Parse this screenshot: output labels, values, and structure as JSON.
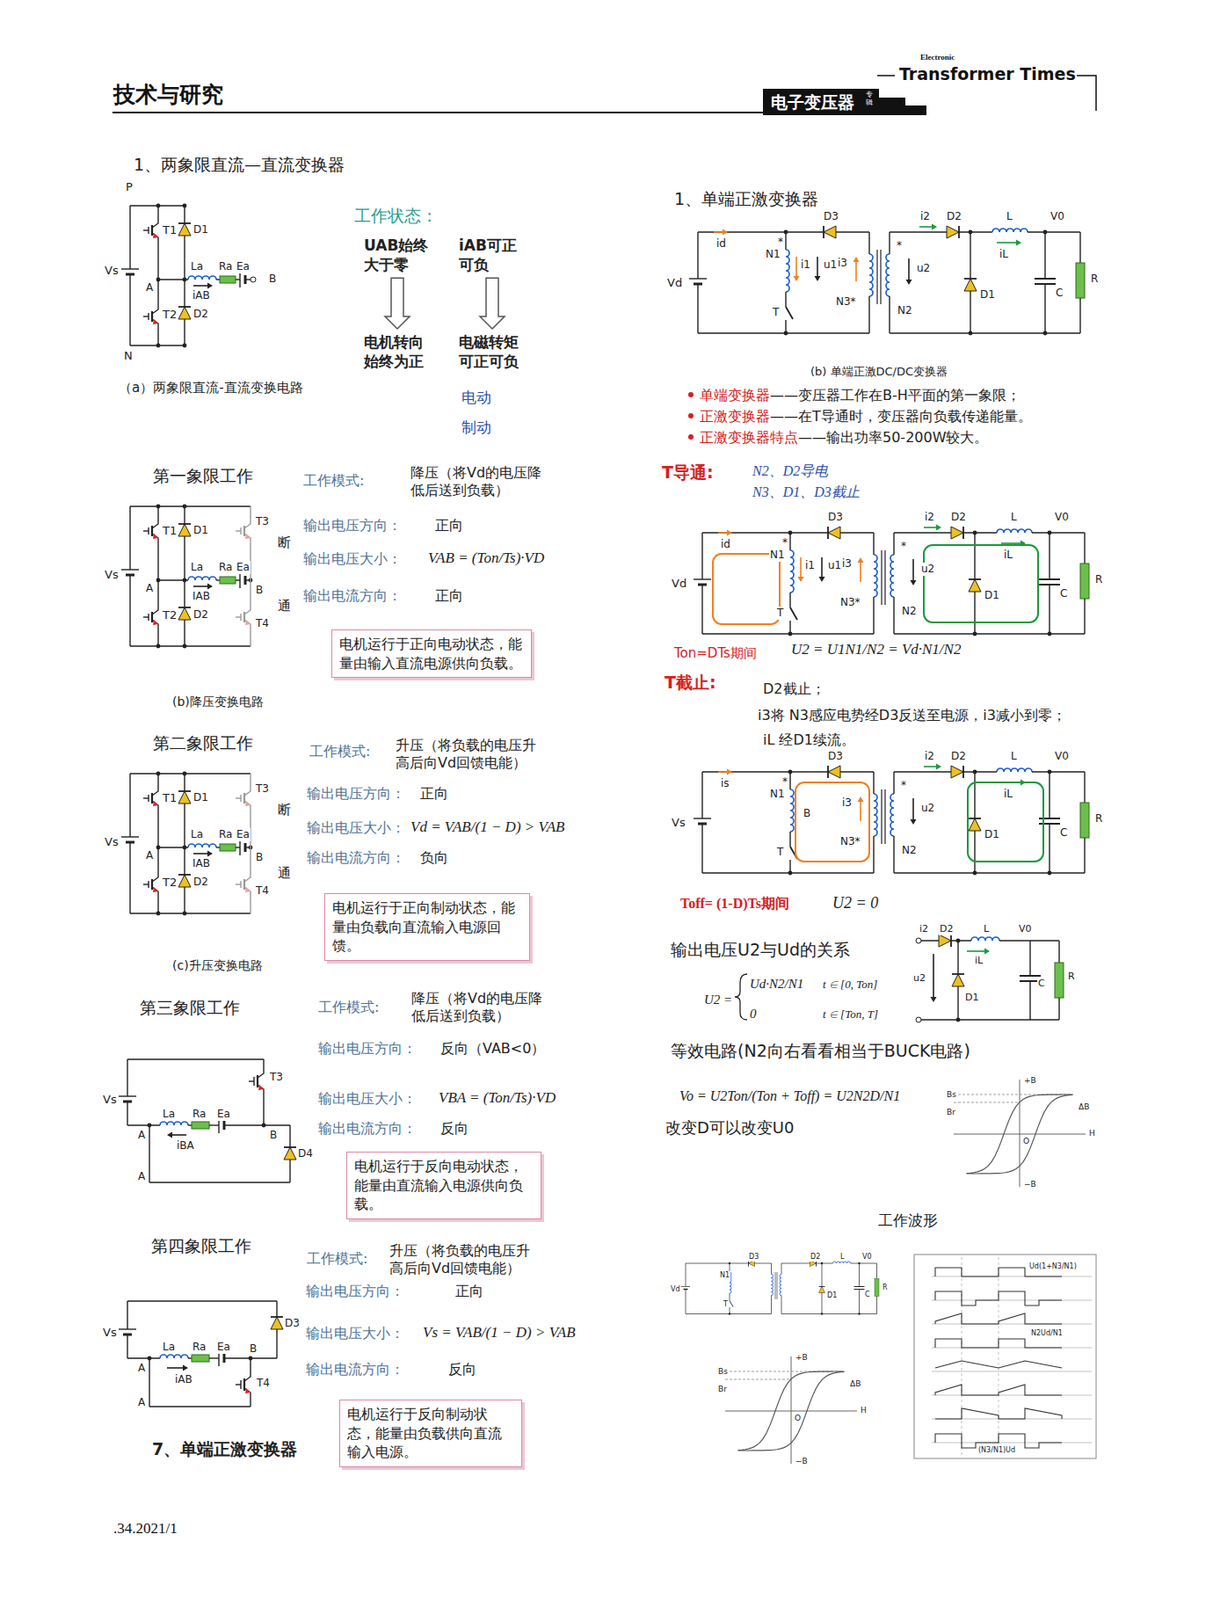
{
  "diagram": {
    "nodes": [
      {
        "text": [
          "UAB始终大于零"
        ]
      },
      {
        "text": [
          "iAB可正可负"
        ]
      },
      {
        "text": [
          "电机转向始终为正"
        ]
      },
      {
        "text": [
          "电磁转矩可正可负"
        ]
      },
      {
        "text": [
          "电机运行于正向电动状态，能量由输入直流电源供向负载。"
        ]
      },
      {
        "text": [
          "电机运行于正向制动状态，能量由负载向直流输入电源回馈。"
        ]
      },
      {
        "text": [
          "电机运行于反向电动状态，能量由直流输入电源供向负载。"
        ]
      },
      {
        "text": [
          "电机运行于反向制动状态，能量由负载供向直流输入电源。"
        ]
      }
    ],
    "edges": [
      {
        "from": 0,
        "to": 2,
        "arrow": "to"
      },
      {
        "from": 1,
        "to": 3,
        "arrow": "to"
      }
    ],
    "labels": [
      "技术与研究",
      "Electronic",
      "Transformer Times",
      "电子变压器",
      "专辑",
      ".34.2021/1",
      "1、两象限直流—直流变换器",
      "P",
      "T1",
      "D1",
      "Vs",
      "La",
      "Ra",
      "Ea",
      "A",
      "B",
      "iAB",
      "T2",
      "D2",
      "N",
      "（a）两象限直流-直流变换电路",
      "工作状态：",
      "电动",
      "制动",
      "第一象限工作",
      "T1",
      "D1",
      "T3",
      "La",
      "Ra",
      "Ea",
      "Vs",
      "A",
      "B",
      "IAB",
      "T2",
      "D2",
      "T4",
      "断",
      "通",
      "(b)降压变换电路",
      "工作模式:",
      "降压（将Vd的电压降低后送到负载）",
      "输出电压方向：",
      "正向",
      "输出电压大小：",
      "VAB = (Ton/Ts)·VD",
      "输出电流方向：",
      "正向",
      "第二象限工作",
      "T1",
      "D1",
      "T3",
      "La",
      "Ra",
      "Ea",
      "Vs",
      "A",
      "B",
      "IAB",
      "T2",
      "D2",
      "T4",
      "断",
      "通",
      "(c)升压变换电路",
      "工作模式:",
      "升压（将负载的电压升高后向Vd回馈电能）",
      "输出电压方向：",
      "正向",
      "输出电压大小：",
      "Vd = VAB/(1 − D) > VAB",
      "输出电流方向：",
      "负向",
      "第三象限工作",
      "T3",
      "La",
      "Ra",
      "Ea",
      "Vs",
      "A",
      "B",
      "iBA",
      "D4",
      "A",
      "工作模式:",
      "降压（将Vd的电压降低后送到负载）",
      "输出电压方向：",
      "反向（VAB<0）",
      "输出电压大小：",
      "VBA = (Ton/Ts)·VD",
      "输出电流方向：",
      "反向",
      "第四象限工作",
      "D3",
      "La",
      "Ra",
      "Ea",
      "Vs",
      "A",
      "B",
      "iAB",
      "T4",
      "A",
      "工作模式:",
      "升压（将负载的电压升高后向Vd回馈电能）",
      "输出电压方向：",
      "正向",
      "输出电压大小：",
      "Vs = VAB/(1 − D) > VAB",
      "输出电流方向：",
      "反向",
      "7、单端正激变换器",
      "1、单端正激变换器",
      "Vd",
      "id",
      "N1",
      "*",
      "i1",
      "u1",
      "T",
      "D3",
      "i3",
      "N3*",
      "*",
      "u2",
      "N2",
      "i2",
      "D2",
      "L",
      "V0",
      "iL",
      "D1",
      "C",
      "R",
      "(b)  单端正激DC/DC变换器",
      "单端变换器",
      "——变压器工作在B-H平面的第一象限；",
      "正激变换器",
      "——在T导通时，变压器向负载传递能量。",
      "正激变换器特点",
      "——输出功率50-200W较大。",
      "T导通:",
      "N2、D2导电",
      "N3、D1、D3截止",
      "Vd",
      "id",
      "N1",
      "*",
      "i1",
      "u1",
      "T",
      "D3",
      "i3",
      "N3*",
      "*",
      "u2",
      "N2",
      "i2",
      "D2",
      "L",
      "V0",
      "iL",
      "D1",
      "C",
      "R",
      "Ton=DTs期间",
      "U2 = U1N1/N2 = Vd·N1/N2",
      "T截止:",
      "D2截止；",
      "i3将 N3感应电势经D3反送至电源，i3减小到零；",
      "iL 经D1续流。",
      "Vs",
      "is",
      "N1",
      "*",
      "B",
      "T",
      "D3",
      "i3",
      "N3*",
      "*",
      "u2",
      "N2",
      "i2",
      "D2",
      "iL",
      "L",
      "V0",
      "D1",
      "C",
      "R",
      "Toff= (1-D)Ts期间",
      "U2 = 0",
      "输出电压U2与Ud的关系",
      "U2 =",
      "Ud·N2/N1",
      "t ∈ [0, Ton]",
      "0",
      "t ∈ [Ton, T]",
      "i2",
      "D2",
      "L",
      "V0",
      "u2",
      "iL",
      "D1",
      "C",
      "R",
      "等效电路(N2向右看看相当于BUCK电路)",
      "Vo = U2Ton/(Ton + Toff) = U2N2D/N1",
      "改变D可以改变U0",
      "+B",
      "Bs",
      "ΔB",
      "Br",
      "O",
      "H",
      "−B",
      "工作波形",
      "Vd",
      "D3",
      "N1",
      "T",
      "D2",
      "L",
      "V0",
      "D1",
      "C",
      "R",
      "Ud(1+N3/N1)",
      "N2Ud/N1",
      "(N3/N1)Ud",
      "+B",
      "Bs",
      "ΔB",
      "Br",
      "O",
      "H",
      "−B"
    ]
  }
}
